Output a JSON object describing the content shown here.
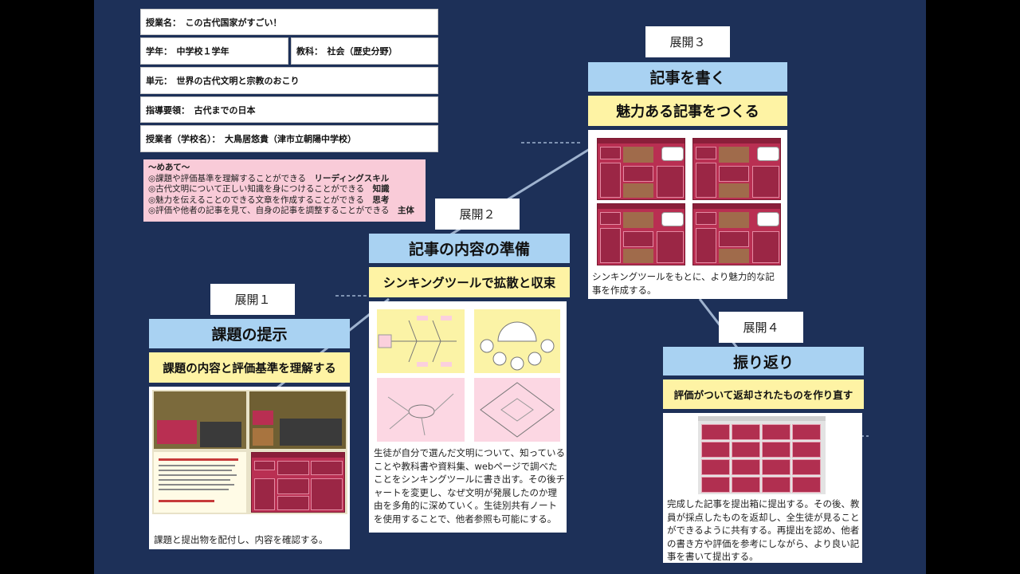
{
  "info": {
    "lesson": "授業名：　この古代国家がすごい！",
    "grade": "学年：　中学校１学年",
    "subject": "教科：　社会（歴史分野）",
    "unit": "単元：　世界の古代文明と宗教のおこり",
    "guideline": "指導要領：　古代までの日本",
    "teacher": "授業者（学校名）：　大鳥居悠貴（津市立朝陽中学校）"
  },
  "goals": {
    "heading": "〜めあて〜",
    "items": [
      {
        "text": "◎課題や評価基準を理解することができる",
        "tag": "リーディングスキル"
      },
      {
        "text": "◎古代文明について正しい知識を身につけることができる",
        "tag": "知識"
      },
      {
        "text": "◎魅力を伝えることのできる文章を作成することができる",
        "tag": "思考"
      },
      {
        "text": "◎評価や他者の記事を見て、自身の記事を調整することができる",
        "tag": "主体"
      }
    ]
  },
  "phase1": {
    "label": "展開１",
    "title": "課題の提示",
    "subtitle": "課題の内容と評価基準を理解する",
    "desc": "課題と提出物を配付し、内容を確認する。"
  },
  "phase2": {
    "label": "展開２",
    "title": "記事の内容の準備",
    "subtitle": "シンキングツールで拡散と収束",
    "desc": "生徒が自分で選んだ文明について、知っていることや教科書や資料集、webページで調べたことをシンキングツールに書き出す。その後チャートを変更し、なぜ文明が発展したのか理由を多角的に深めていく。生徒別共有ノートを使用することで、他者参照も可能にする。"
  },
  "phase3": {
    "label": "展開３",
    "title": "記事を書く",
    "subtitle": "魅力ある記事をつくる",
    "desc": "シンキングツールをもとに、より魅力的な記事を作成する。"
  },
  "phase4": {
    "label": "展開４",
    "title": "振り返り",
    "subtitle": "評価がついて返却されたものを作り直す",
    "desc": "完成した記事を提出箱に提出する。その後、教員が採点したものを返却し、全生徒が見ることができるように共有する。再提出を認め、他者の書き方や評価を参考にしながら、より良い記事を書いて提出する。"
  },
  "colors": {
    "background": "#1d3058",
    "title_blue": "#a9d2f2",
    "subtitle_yellow": "#fef3a4",
    "goal_pink": "#f9cbd8",
    "article_red": "#b92f52"
  }
}
